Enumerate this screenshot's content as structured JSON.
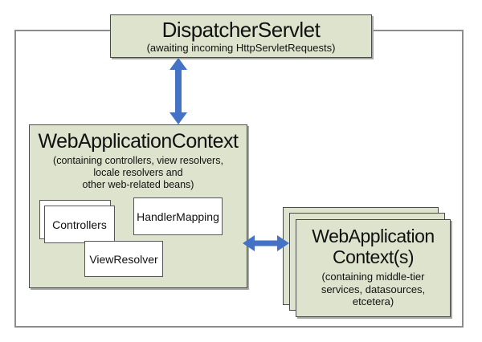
{
  "colors": {
    "box_fill": "#dde3cd",
    "box_border": "#4a4a4a",
    "outer_border": "#8c8c8c",
    "shadow": "#a3a8a3",
    "arrow_blue": "#4472c4"
  },
  "dispatcher_servlet": {
    "title": "DispatcherServlet",
    "subtitle": "(awaiting incoming HttpServletRequests)"
  },
  "web_application_context": {
    "title": "WebApplicationContext",
    "subtitle_lines": [
      "(containing controllers, view resolvers,",
      "locale resolvers and",
      "other web-related beans)"
    ],
    "beans": {
      "controllers": "Controllers",
      "handler_mapping": "HandlerMapping",
      "view_resolver": "ViewResolver"
    }
  },
  "web_application_contexts": {
    "title_lines": [
      "WebApplication",
      "Context(s)"
    ],
    "subtitle_lines": [
      "(containing middle-tier",
      "services, datasources,",
      "etcetera)"
    ]
  }
}
